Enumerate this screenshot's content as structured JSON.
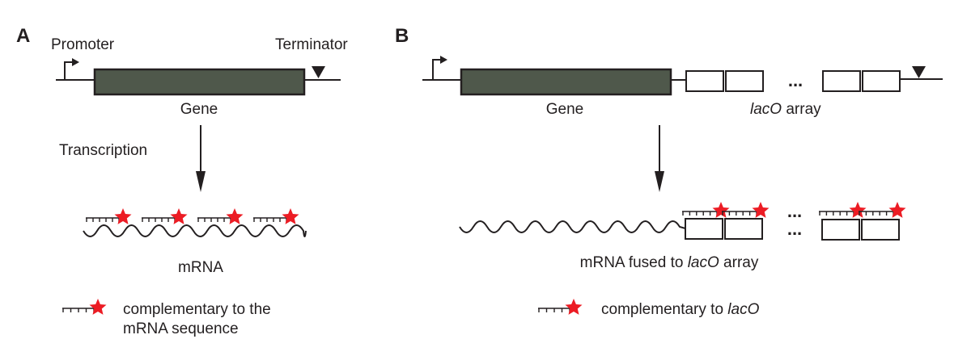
{
  "panel_a": {
    "letter": "A",
    "promoter_label": "Promoter",
    "terminator_label": "Terminator",
    "gene_label": "Gene",
    "process_label": "Transcription",
    "product_label": "mRNA",
    "probe_count": 4,
    "legend": {
      "line1": "complementary to the",
      "line2": "mRNA sequence"
    }
  },
  "panel_b": {
    "letter": "B",
    "gene_label": "Gene",
    "array_label_italic": "lacO",
    "array_label_rest": " array",
    "ellipsis": "...",
    "product_label_prefix": "mRNA fused to ",
    "product_label_italic": "lacO",
    "product_label_suffix": " array",
    "legend": {
      "prefix": "complementary to ",
      "italic": "lacO"
    }
  },
  "colors": {
    "gene_fill": "#4f584b",
    "probe_star": "#ec1c24",
    "line": "#231f20"
  }
}
